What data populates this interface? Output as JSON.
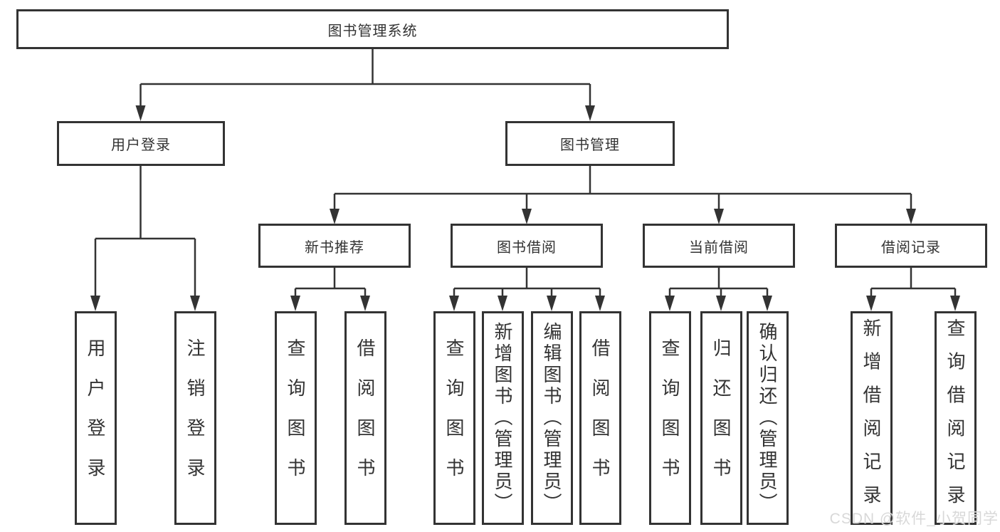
{
  "colors": {
    "line": "#333333",
    "box_border": "#333333",
    "text": "#333333",
    "background": "#ffffff",
    "watermark": "#d8d8d8"
  },
  "watermark": {
    "text": "CSDN @软件_小贺同学"
  },
  "tree": {
    "root": "图书管理系统",
    "branches": [
      {
        "label": "用户登录",
        "children": [
          "用户登录",
          "注销登录"
        ]
      },
      {
        "label": "图书管理",
        "groups": [
          {
            "label": "新书推荐",
            "children": [
              "查询图书",
              "借阅图书"
            ]
          },
          {
            "label": "图书借阅",
            "children": [
              "查询图书",
              "新增图书（管理员）",
              "编辑图书（管理员）",
              "借阅图书"
            ]
          },
          {
            "label": "当前借阅",
            "children": [
              "查询图书",
              "归还图书",
              "确认归还（管理员）"
            ]
          },
          {
            "label": "借阅记录",
            "children": [
              "新增借阅记录",
              "查询借阅记录"
            ]
          }
        ]
      }
    ]
  }
}
